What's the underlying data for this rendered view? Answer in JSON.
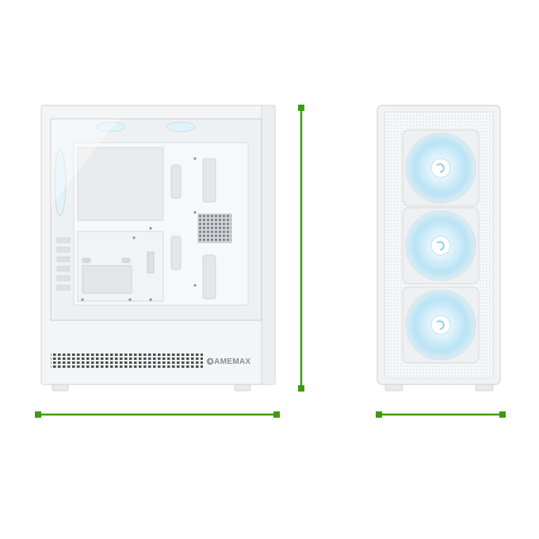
{
  "product": {
    "brand": "GAMEMAX"
  },
  "colors": {
    "dimension_line": "#3f9a12",
    "case_body": "#f4f5f6",
    "case_edge": "#d7d9dc",
    "glass": "#eef1f3",
    "fan_light": "#bfe6f7",
    "fan_hub": "#ffffff"
  },
  "views": [
    "side-view",
    "front-view"
  ],
  "icons": {
    "fan_logo": "swirl-logo-icon"
  }
}
